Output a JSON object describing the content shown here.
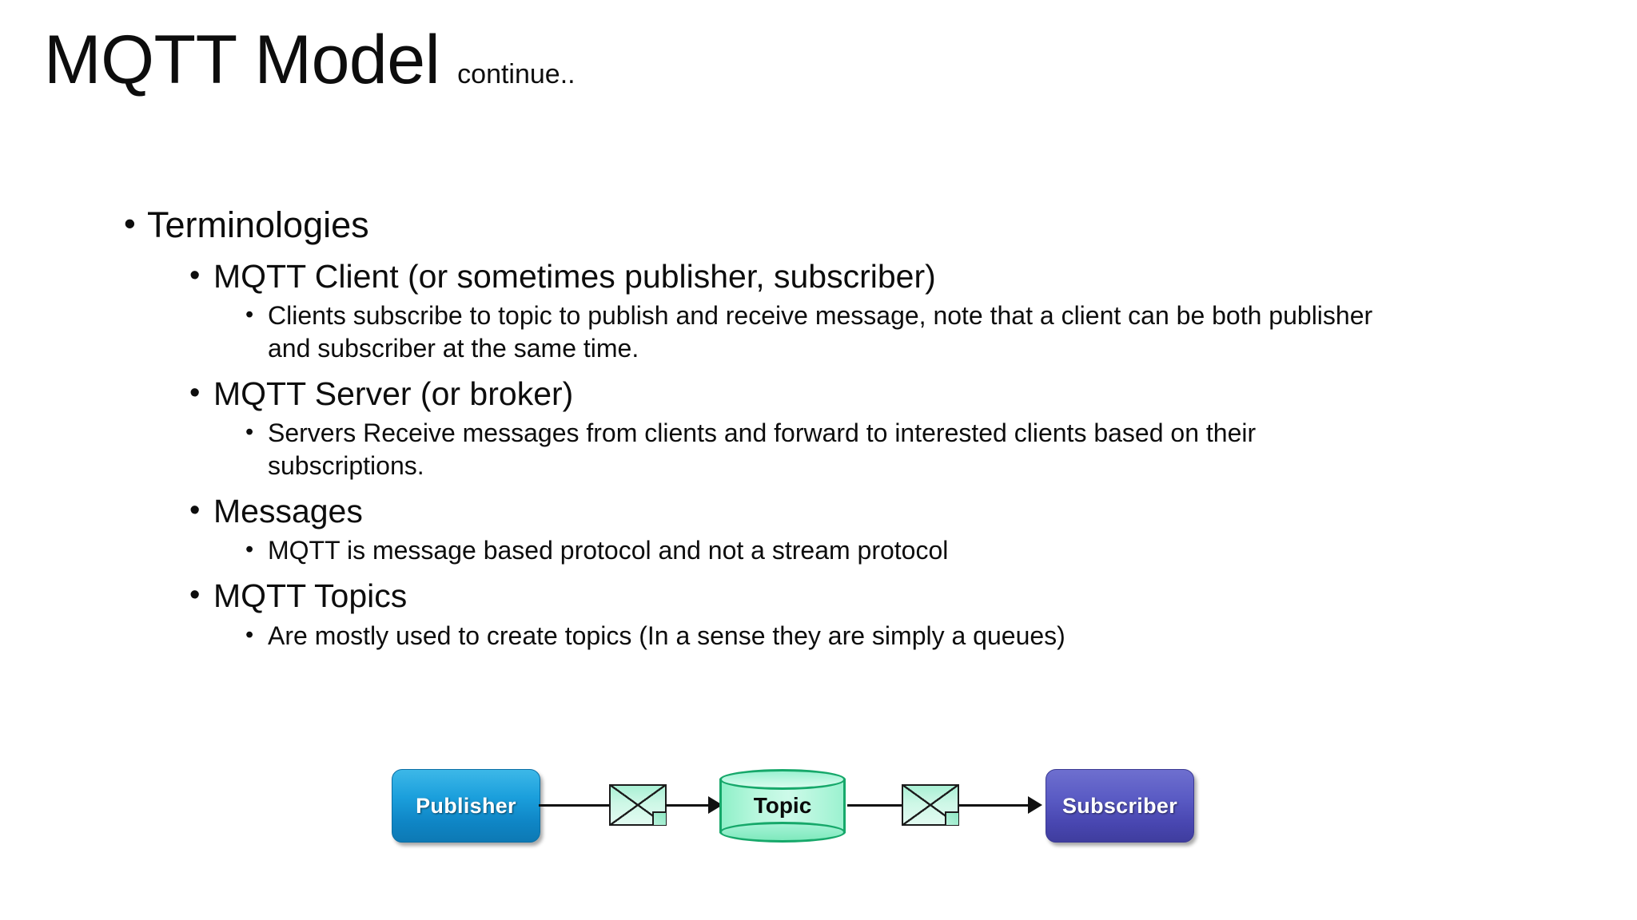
{
  "title": {
    "main": "MQTT Model",
    "suffix": "continue.."
  },
  "content": {
    "level1": "Terminologies",
    "sections": [
      {
        "heading": "MQTT Client (or sometimes publisher, subscriber)",
        "detail": "Clients subscribe to topic to publish and receive message, note that a client can be both publisher and subscriber at the same time."
      },
      {
        "heading": "MQTT Server (or broker)",
        "detail": "Servers Receive messages from clients and forward to interested clients based on their subscriptions."
      },
      {
        "heading": "Messages",
        "detail": "MQTT is message based protocol and not a stream protocol"
      },
      {
        "heading": "MQTT Topics",
        "detail": "Are mostly used to create topics (In a sense they are simply a queues)"
      }
    ],
    "bullet_glyph": "•"
  },
  "diagram": {
    "publisher_label": "Publisher",
    "topic_label": "Topic",
    "subscriber_label": "Subscriber",
    "colors": {
      "publisher": "#1b9fdc",
      "topic": "#16a86a",
      "subscriber": "#5a5bc4",
      "message": "#b7f7dd",
      "connector": "#111111"
    }
  }
}
